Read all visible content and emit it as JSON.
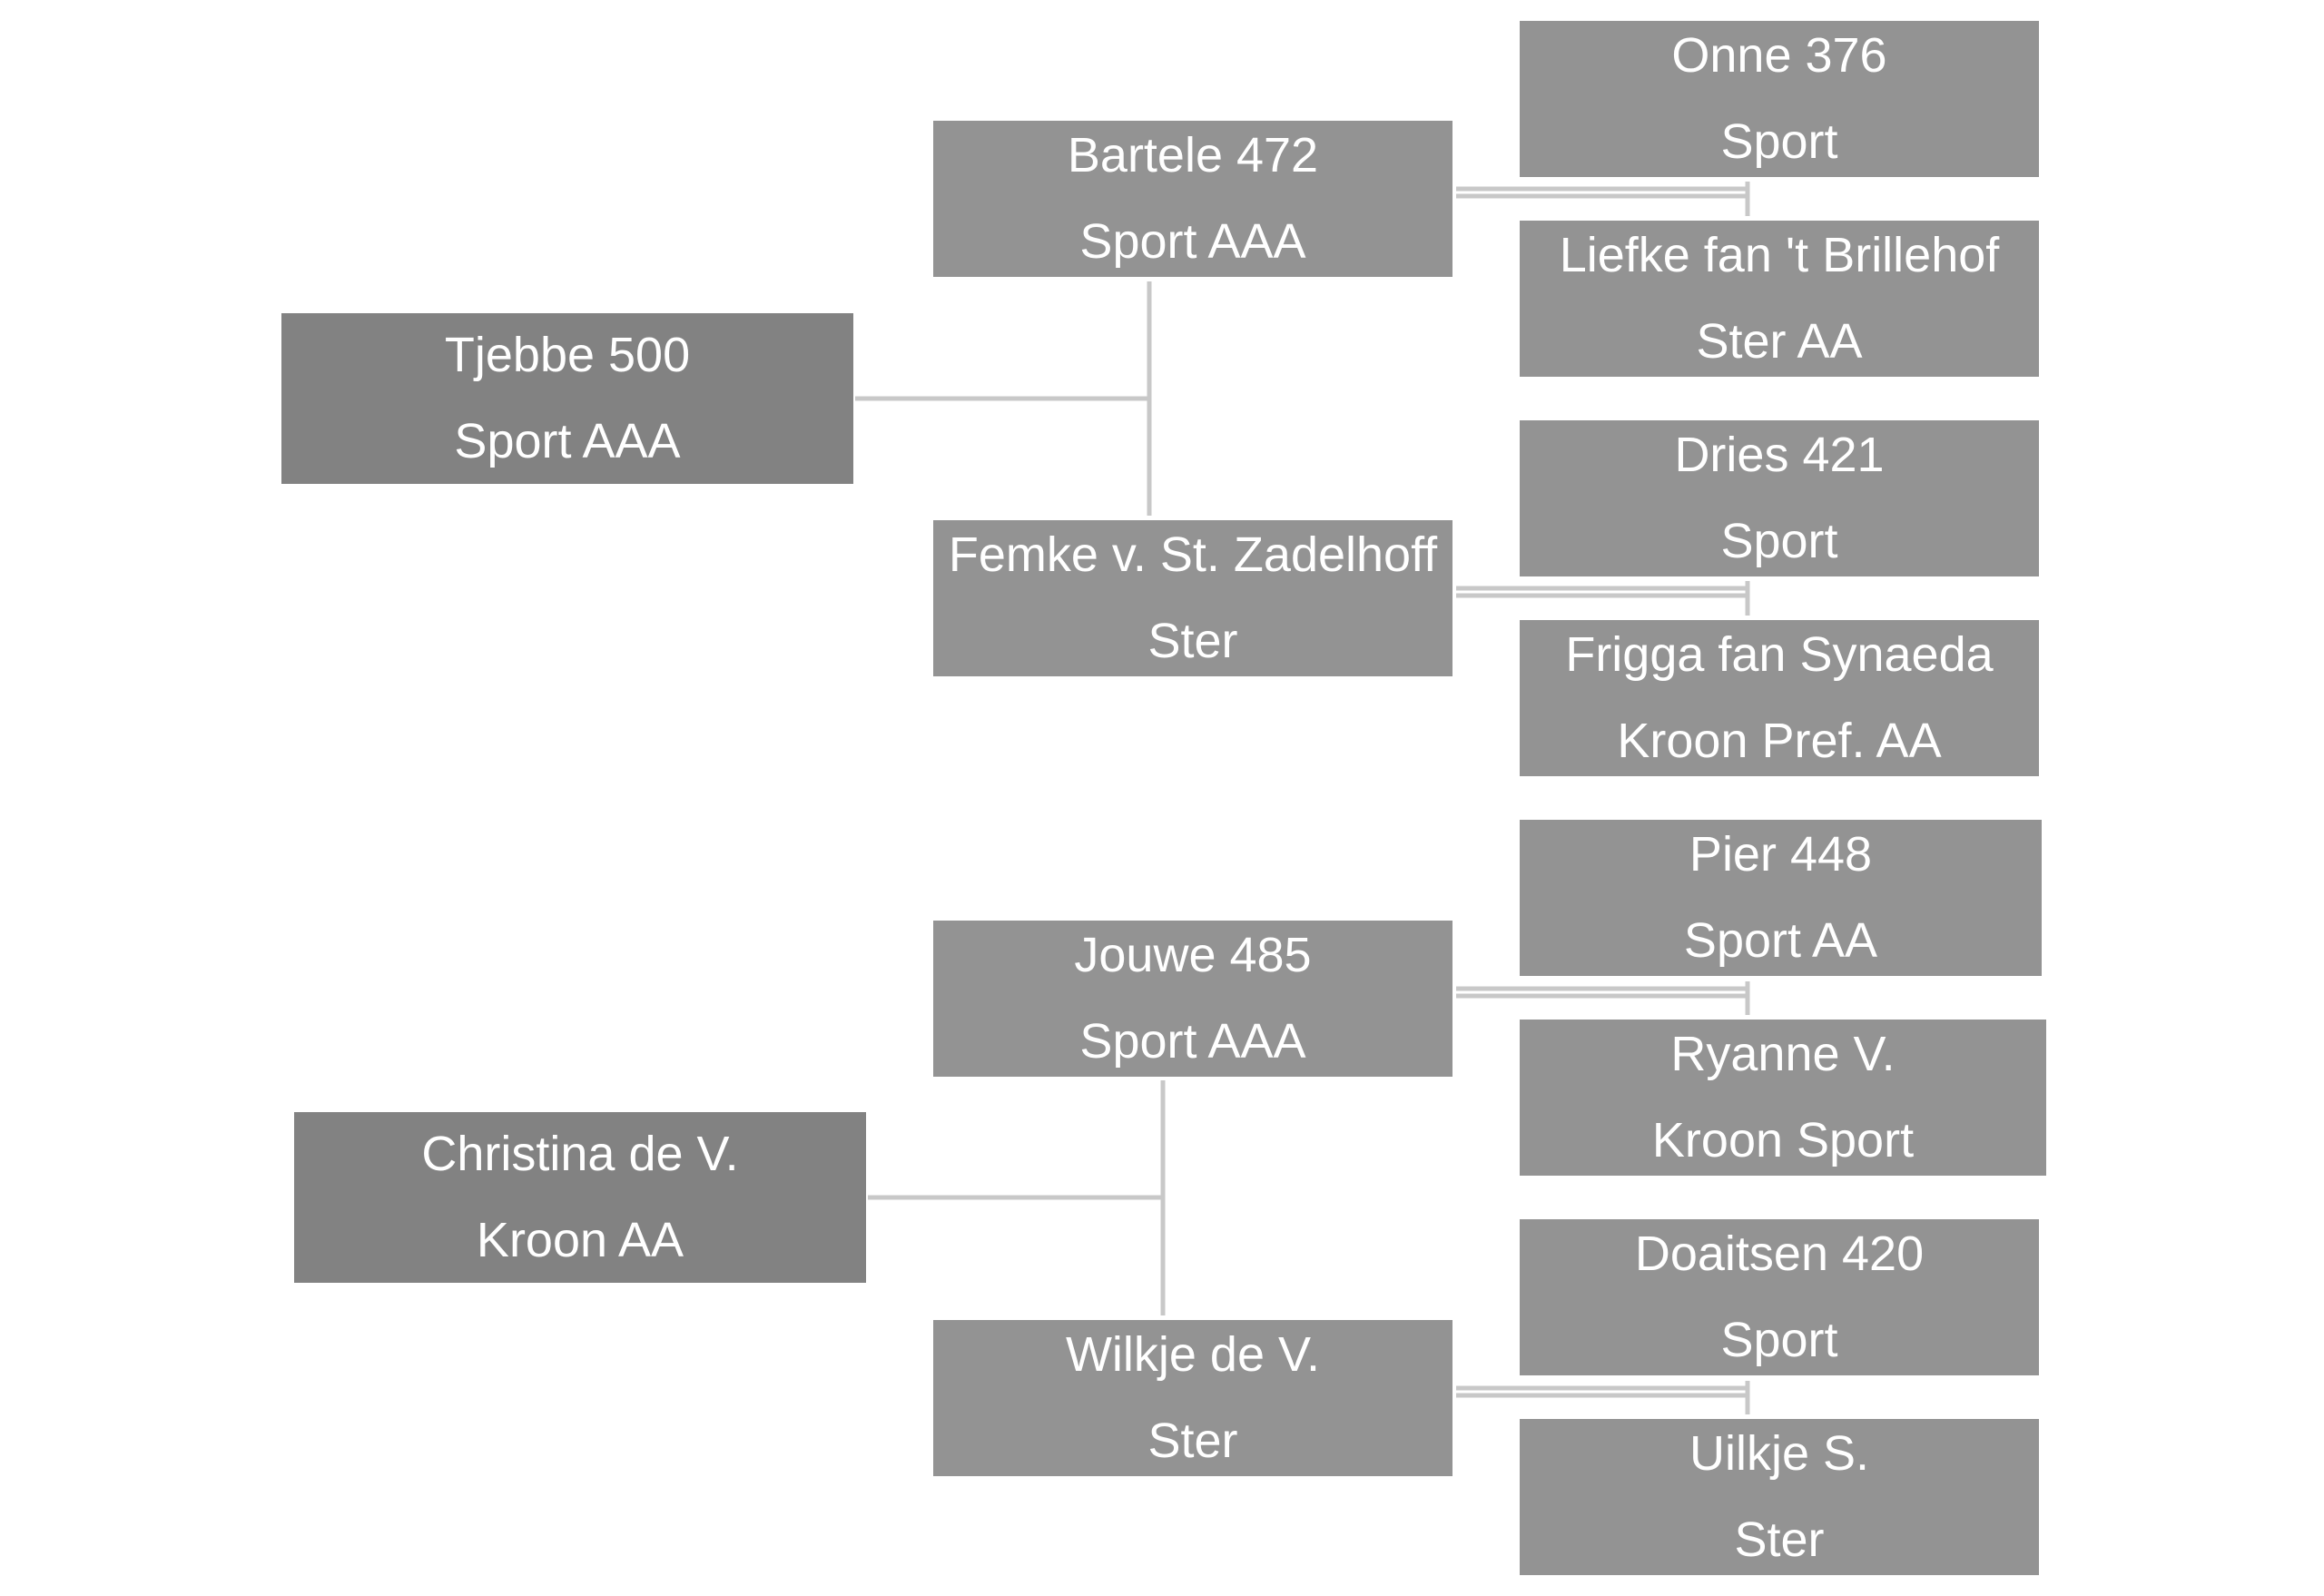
{
  "pedigrees": [
    {
      "subject": {
        "name": "Tjebbe 500",
        "predicate": "Sport AAA"
      },
      "parents": [
        {
          "name": "Bartele 472",
          "predicate": "Sport AAA",
          "parents": [
            {
              "name": "Onne 376",
              "predicate": "Sport"
            },
            {
              "name": "Liefke fan 't Brillehof",
              "predicate": "Ster AA"
            }
          ]
        },
        {
          "name": "Femke v. St. Zadelhoff",
          "predicate": "Ster",
          "parents": [
            {
              "name": "Dries 421",
              "predicate": "Sport"
            },
            {
              "name": "Frigga fan Synaeda",
              "predicate": "Kroon Pref. AA"
            }
          ]
        }
      ]
    },
    {
      "subject": {
        "name": "Christina de V.",
        "predicate": "Kroon AA"
      },
      "parents": [
        {
          "name": "Jouwe 485",
          "predicate": "Sport AAA",
          "parents": [
            {
              "name": "Pier 448",
              "predicate": "Sport AA"
            },
            {
              "name": "Ryanne V.",
              "predicate": "Kroon Sport"
            }
          ]
        },
        {
          "name": "Wilkje de V.",
          "predicate": "Ster",
          "parents": [
            {
              "name": "Doaitsen 420",
              "predicate": "Sport"
            },
            {
              "name": "Uilkje S.",
              "predicate": "Ster"
            }
          ]
        }
      ]
    }
  ],
  "colors": {
    "subject_box": "#828282",
    "ancestor_box": "#939393",
    "text": "#ffffff",
    "connector": "#c8c8c8"
  }
}
